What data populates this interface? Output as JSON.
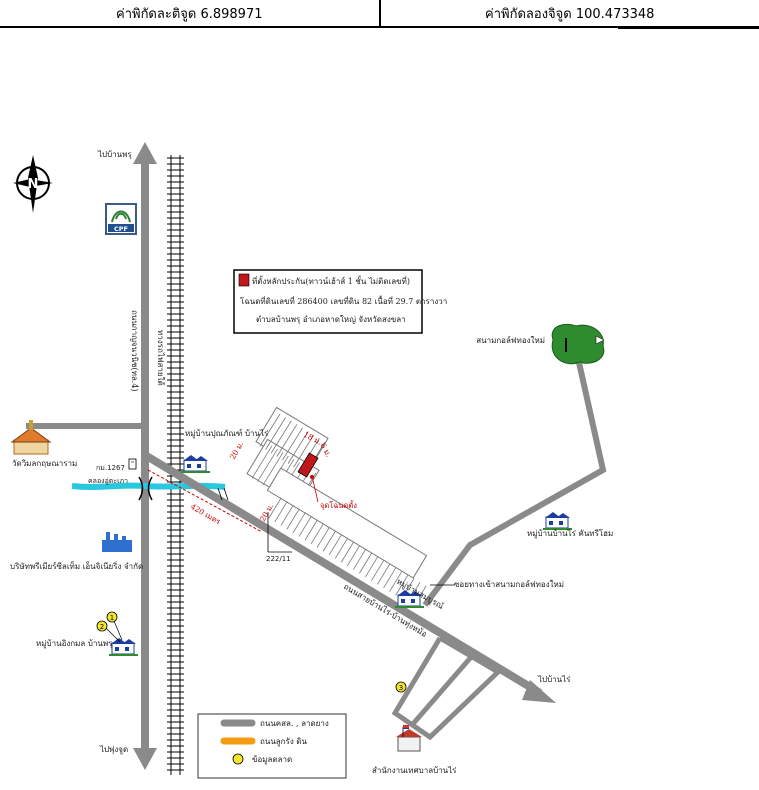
{
  "coordinates": {
    "latitude_label": "ค่าพิกัดละติจูด 6.898971",
    "longitude_label": "ค่าพิกัดลองจิจูด 100.473348"
  },
  "map": {
    "north_letter": "N",
    "callout": {
      "line1": "ที่ตั้งหลักประกัน(ทาวน์เฮ้าส์ 1 ชั้น ไม่ติดเลขที่)",
      "line2": "โฉนดที่ดินเลขที่ 286400 เลขที่ดิน 82 เนื้อที่ 29.7 ตารางวา",
      "line3": "ตำบลบ้านพรุ อำเภอหาดใหญ่ จังหวัดสงขลา"
    },
    "labels": {
      "to_ban_phru": "ไปบ้านพรุ",
      "to_phru_jud": "ไปพุ่งจูด",
      "to_ban_rai": "ไปบ้านไร่",
      "cpf": "CPF",
      "highway": "ถนนกาญจนวนิช(ทล.4)",
      "railway": "ทางรถไฟสายใต้",
      "km": "กม.1267",
      "canal": "คลองอู่ตะเภา",
      "temple": "วัดวิมลกฤษณาราม",
      "factory": "บริษัทพรีเมียร์ซีลเท็ม เอ็นจิเนียริ่ง จำกัด",
      "village_ban_phru": "หมู่บ้านอิงกมล บ้านพรุ",
      "village_upper": "หมู่บ้านปุณภัณฑ์ บ้านไร่",
      "village_right": "หมู่บ้านบ้านไร่ คันทรีโฮม",
      "village_middle": "หมู่บ้านสมบูรณ์",
      "golf": "สนามกอล์ฟทองใหม่",
      "golf_soi": "ซอยทางเข้าสนามกอล์ฟทองใหม่",
      "road_name": "ถนนสายบ้านไร่-บ้านทุ่งหม้อ",
      "address_num": "222/11",
      "distance": "420 เมตร",
      "dim_a": "18 ม.",
      "dim_b": "6 ม.",
      "dim_c": "20 ม.",
      "dim_d": "20 ม.",
      "site_label": "จุดโฉนดตั้ง",
      "office": "สำนักงานเทศบาลบ้านไร่",
      "marker_1": "1",
      "marker_2": "2",
      "marker_3": "3"
    },
    "legend": {
      "paved": "ถนนคสล. , ลาดยาง",
      "laterite": "ถนนลูกรัง ดิน",
      "marker": "ข้อมูลตลาด"
    },
    "colors": {
      "road": "#8a8a8a",
      "laterite": "#f39c12",
      "canal": "#28c8e0",
      "site": "#c0161c",
      "marker": "#f4e62a",
      "golf": "#2e8b2e"
    }
  }
}
